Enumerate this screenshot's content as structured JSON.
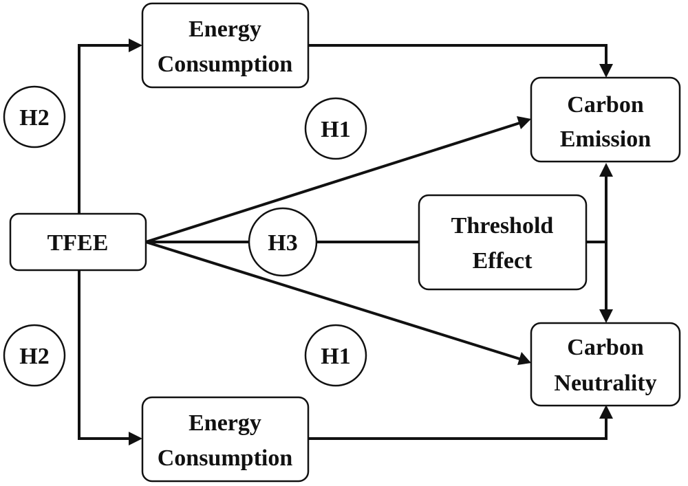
{
  "nodes": {
    "energy_top": {
      "line1": "Energy",
      "line2": "Consumption"
    },
    "energy_bottom": {
      "line1": "Energy",
      "line2": "Consumption"
    },
    "carbon_emission": {
      "line1": "Carbon",
      "line2": "Emission"
    },
    "carbon_neutrality": {
      "line1": "Carbon",
      "line2": "Neutrality"
    },
    "threshold": {
      "line1": "Threshold",
      "line2": "Effect"
    },
    "tfee": {
      "label": "TFEE"
    }
  },
  "hypotheses": {
    "h2_top": "H2",
    "h2_bottom": "H2",
    "h1_top": "H1",
    "h1_bottom": "H1",
    "h3": "H3"
  }
}
